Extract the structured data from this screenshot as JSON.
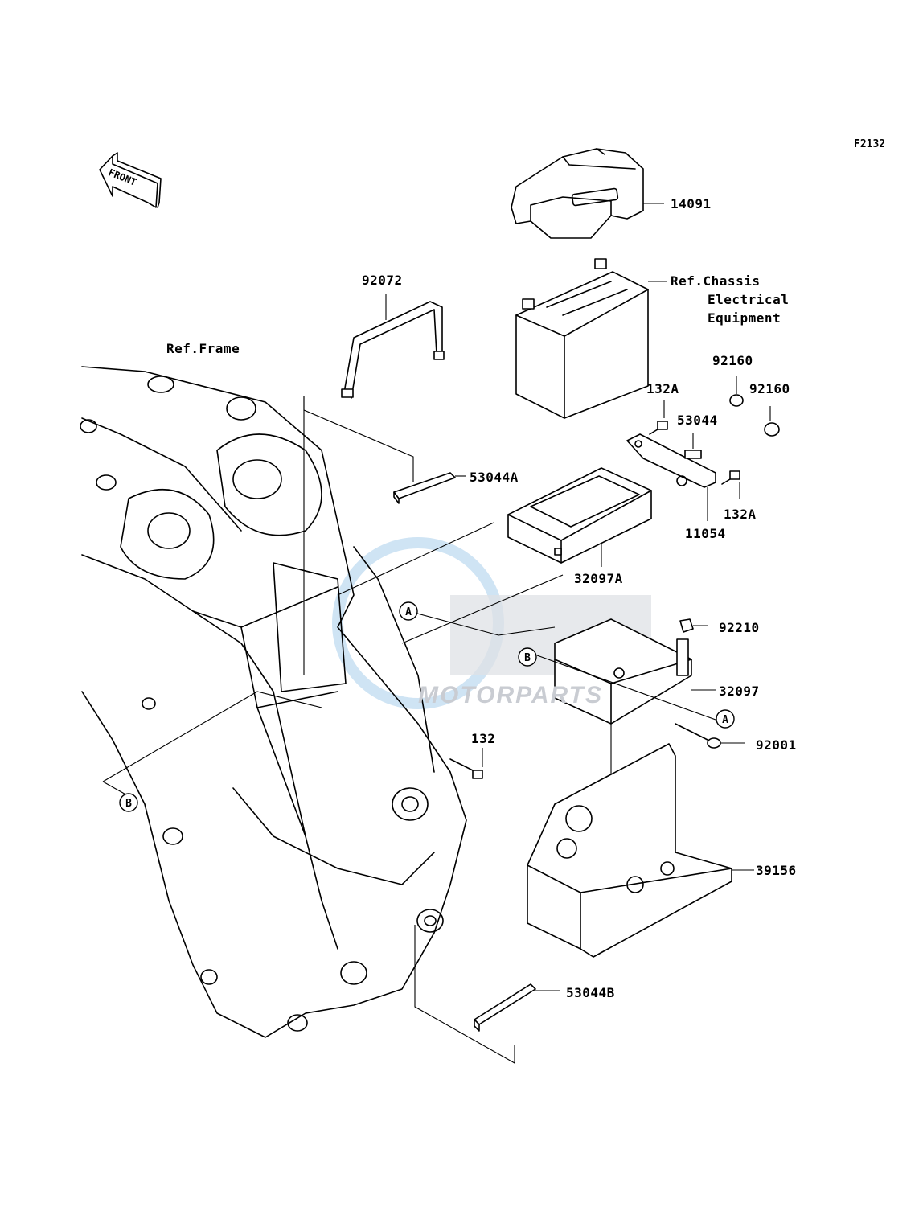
{
  "figure_code": "F2132",
  "front_label": "FRONT",
  "watermark": {
    "text": "MOTORPARTS"
  },
  "colors": {
    "ink": "#000000",
    "watermark_grey": "#c9ccd2",
    "watermark_blue": "#cfe4f4"
  },
  "parts": {
    "p14091": "14091",
    "ref_chassis_l1": "Ref.Chassis",
    "ref_chassis_l2": "Electrical",
    "ref_chassis_l3": "Equipment",
    "p92072": "92072",
    "ref_frame": "Ref.Frame",
    "p92160_a": "92160",
    "p92160_b": "92160",
    "p132a_top": "132A",
    "p53044": "53044",
    "p53044a": "53044A",
    "p132a_right": "132A",
    "p11054": "11054",
    "p32097a": "32097A",
    "p92210": "92210",
    "p32097": "32097",
    "p92001": "92001",
    "p132": "132",
    "p39156": "39156",
    "p53044b": "53044B"
  },
  "callouts": {
    "a1": "A",
    "a2": "A",
    "b1": "B",
    "b2": "B"
  }
}
